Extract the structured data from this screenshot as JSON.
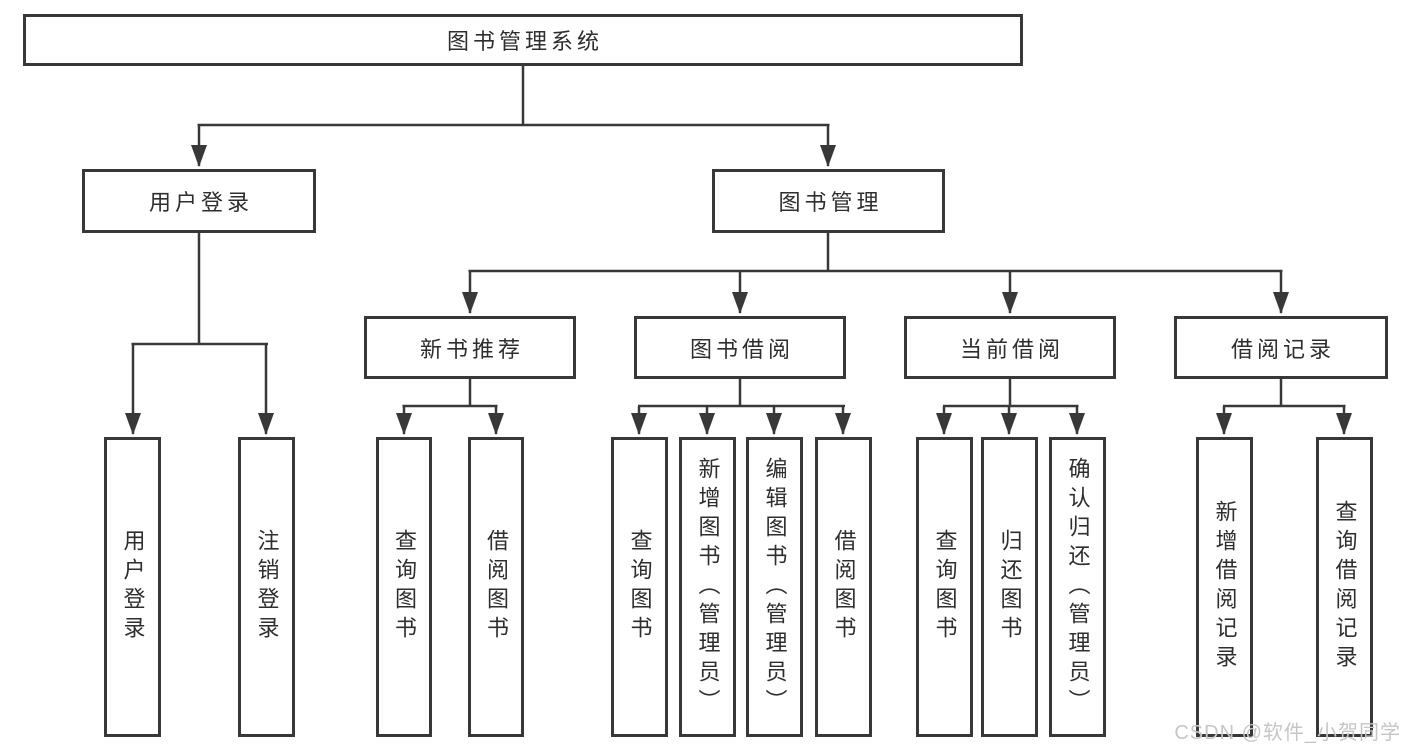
{
  "diagram": {
    "root": {
      "label": "图书管理系统"
    },
    "branches": [
      {
        "label": "用户登录",
        "children": [
          {
            "label": "用户登录"
          },
          {
            "label": "注销登录"
          }
        ]
      },
      {
        "label": "图书管理",
        "children": [
          {
            "label": "新书推荐",
            "children": [
              {
                "label": "查询图书"
              },
              {
                "label": "借阅图书"
              }
            ]
          },
          {
            "label": "图书借阅",
            "children": [
              {
                "label": "查询图书"
              },
              {
                "label": "新增图书（管理员）"
              },
              {
                "label": "编辑图书（管理员）"
              },
              {
                "label": "借阅图书"
              }
            ]
          },
          {
            "label": "当前借阅",
            "children": [
              {
                "label": "查询图书"
              },
              {
                "label": "归还图书"
              },
              {
                "label": "确认归还（管理员）"
              }
            ]
          },
          {
            "label": "借阅记录",
            "children": [
              {
                "label": "新增借阅记录"
              },
              {
                "label": "查询借阅记录"
              }
            ]
          }
        ]
      }
    ]
  },
  "watermark": {
    "text": "CSDN @软件_小贺同学"
  },
  "colors": {
    "background": "#ffffff",
    "box_fill": "#ffffff",
    "border": "#383838",
    "line": "#383838",
    "text": "#2e2e2e",
    "watermark": "#c6c6c6"
  }
}
